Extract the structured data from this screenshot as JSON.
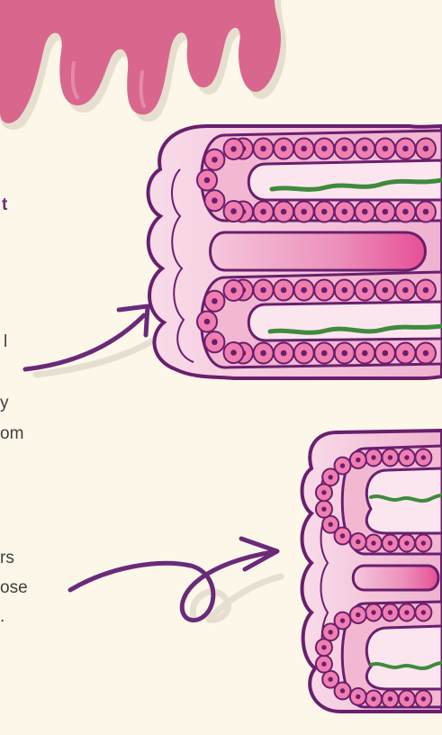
{
  "colors": {
    "background": "#fcf7e8",
    "drip_pink": "#d9668d",
    "drip_shadow": "#e6dfcf",
    "tissue_light": "#f8d3e3",
    "tissue_mid": "#eeaecb",
    "tissue_hot": "#e9559a",
    "outline_purple": "#6a1f6e",
    "cell_fill": "#f07fb0",
    "cell_nucleus": "#6a1f6e",
    "microbe_green": "#3f8a3f",
    "arrow_purple": "#6a2a7a",
    "text_dark": "#3f3f3f",
    "text_accent": "#6a2a7a"
  },
  "text_fragments": [
    {
      "id": "frag-1",
      "text": "t",
      "style": "bold"
    },
    {
      "id": "frag-2",
      "text": "l",
      "style": "normal"
    },
    {
      "id": "frag-3",
      "text": "y",
      "style": "normal"
    },
    {
      "id": "frag-4",
      "text": "om",
      "style": "normal"
    },
    {
      "id": "frag-5",
      "text": "rs",
      "style": "normal"
    },
    {
      "id": "frag-6",
      "text": "ose",
      "style": "normal"
    },
    {
      "id": "frag-7",
      "text": ".",
      "style": "normal"
    }
  ],
  "illustrations": {
    "top_intestine": {
      "folds": 2,
      "microbes": 2
    },
    "bottom_intestine": {
      "folds": 2,
      "microbes": 2
    }
  }
}
